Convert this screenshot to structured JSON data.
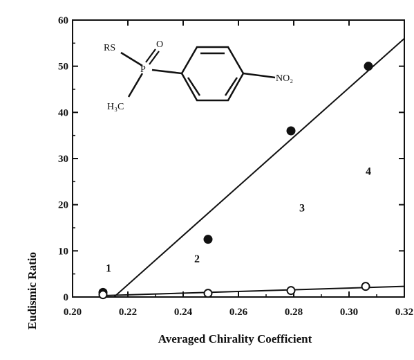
{
  "chart_data": {
    "type": "scatter",
    "title": "",
    "xlabel": "Averaged Chirality Coefficient",
    "ylabel": "Eudismic Ratio",
    "xlim": [
      0.2,
      0.32
    ],
    "ylim": [
      0,
      60
    ],
    "x_ticks": [
      "0.20",
      "0.22",
      "0.24",
      "0.26",
      "0.28",
      "0.30",
      "0.32"
    ],
    "x_tick_values": [
      0.2,
      0.22,
      0.24,
      0.26,
      0.28,
      0.3,
      0.32
    ],
    "y_ticks": [
      "0",
      "10",
      "20",
      "30",
      "40",
      "50",
      "60"
    ],
    "y_tick_values": [
      0,
      10,
      20,
      30,
      40,
      50,
      60
    ],
    "grid": false,
    "legend": "none",
    "series": [
      {
        "marker": "filled-circle",
        "x": [
          0.211,
          0.249,
          0.279,
          0.307
        ],
        "y": [
          1.0,
          12.5,
          36.0,
          50.0
        ]
      },
      {
        "marker": "open-circle",
        "x": [
          0.211,
          0.249,
          0.279,
          0.306
        ],
        "y": [
          0.5,
          0.8,
          1.4,
          2.3
        ]
      }
    ],
    "fit_lines": [
      {
        "x": [
          0.215,
          0.32
        ],
        "y": [
          0,
          56
        ]
      },
      {
        "x": [
          0.211,
          0.32
        ],
        "y": [
          0.3,
          2.3
        ]
      }
    ],
    "annotations": [
      {
        "text": "1",
        "x": 0.213,
        "y": 5.5
      },
      {
        "text": "2",
        "x": 0.245,
        "y": 7.5
      },
      {
        "text": "3",
        "x": 0.283,
        "y": 18.5
      },
      {
        "text": "4",
        "x": 0.307,
        "y": 26.5
      }
    ],
    "structure": {
      "labels": {
        "rs": "RS",
        "oxygen": "O",
        "phosphorus": "P",
        "methyl": "H₃C",
        "nitro": "NO₂"
      }
    }
  }
}
